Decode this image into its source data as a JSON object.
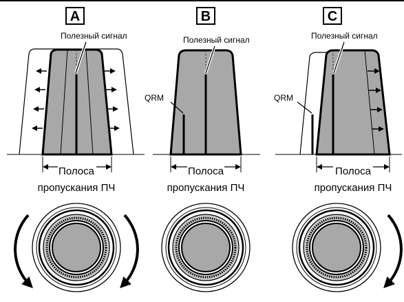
{
  "panels": [
    {
      "letter": "A",
      "signal_label": "Полезный сигнал",
      "bandwidth_label_line1": "Полоса",
      "bandwidth_label_line2": "пропускания ПЧ"
    },
    {
      "letter": "B",
      "signal_label": "Полезный сигнал",
      "qrm_label": "QRM",
      "bandwidth_label_line1": "Полоса",
      "bandwidth_label_line2": "пропускания ПЧ"
    },
    {
      "letter": "C",
      "signal_label": "Полезный сигнал",
      "qrm_label": "QRM",
      "bandwidth_label_line1": "Полоса",
      "bandwidth_label_line2": "пропускания ПЧ"
    }
  ],
  "colors": {
    "passband_fill": "#a8a8a8",
    "outline": "#000000",
    "background": "#ffffff"
  }
}
